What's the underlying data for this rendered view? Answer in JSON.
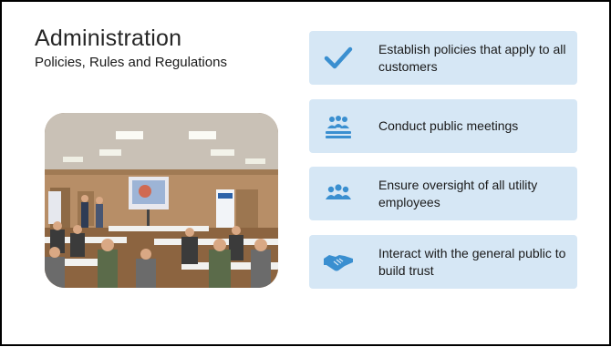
{
  "slide": {
    "title": "Administration",
    "subtitle": "Policies, Rules and Regulations"
  },
  "photo": {
    "icon": "meeting-room-photo",
    "screen_icon": "projector-screen",
    "banner_icon": "roll-up-banner"
  },
  "cards": [
    {
      "icon": "checkmark-icon",
      "text": "Establish policies that apply to all customers"
    },
    {
      "icon": "audience-icon",
      "text": "Conduct public meetings"
    },
    {
      "icon": "group-icon",
      "text": "Ensure oversight of all utility employees"
    },
    {
      "icon": "handshake-icon",
      "text": "Interact with the general public to build trust"
    }
  ],
  "colors": {
    "card_bg": "#d6e7f5",
    "icon_blue": "#3a8fd0",
    "border": "#000000"
  }
}
